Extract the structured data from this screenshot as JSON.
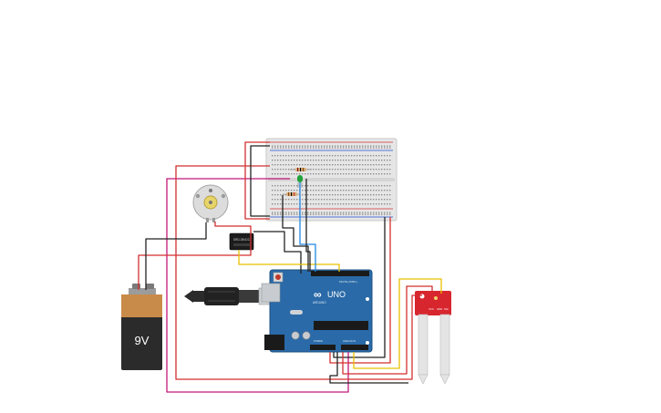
{
  "battery": {
    "label": "9V"
  },
  "arduino": {
    "logo_symbol": "∞",
    "model": "UNO",
    "brand": "ARDUINO",
    "header_digital_label": "DIGITAL (PWM~)",
    "header_analog_label": "ANALOG IN",
    "header_power_label": "POWER"
  },
  "relay": {
    "label": "SRD-05VDC"
  },
  "sensor": {
    "pin_labels": [
      "VCC",
      "GND",
      "SIG"
    ]
  },
  "components": {
    "dc_motor": "motor-icon",
    "led": "led-icon",
    "resistor": "resistor-icon",
    "usb_cable": "usb-cable-icon"
  },
  "colors": {
    "wire_red": "#d32f2f",
    "wire_black": "#222222",
    "wire_yellow": "#e8c000",
    "wire_blue": "#1e88e5",
    "wire_magenta": "#c2187a",
    "arduino_blue": "#2a6aa8",
    "battery_copper": "#c98b4a",
    "sensor_red": "#d8262e",
    "led_green": "#21a33a"
  }
}
